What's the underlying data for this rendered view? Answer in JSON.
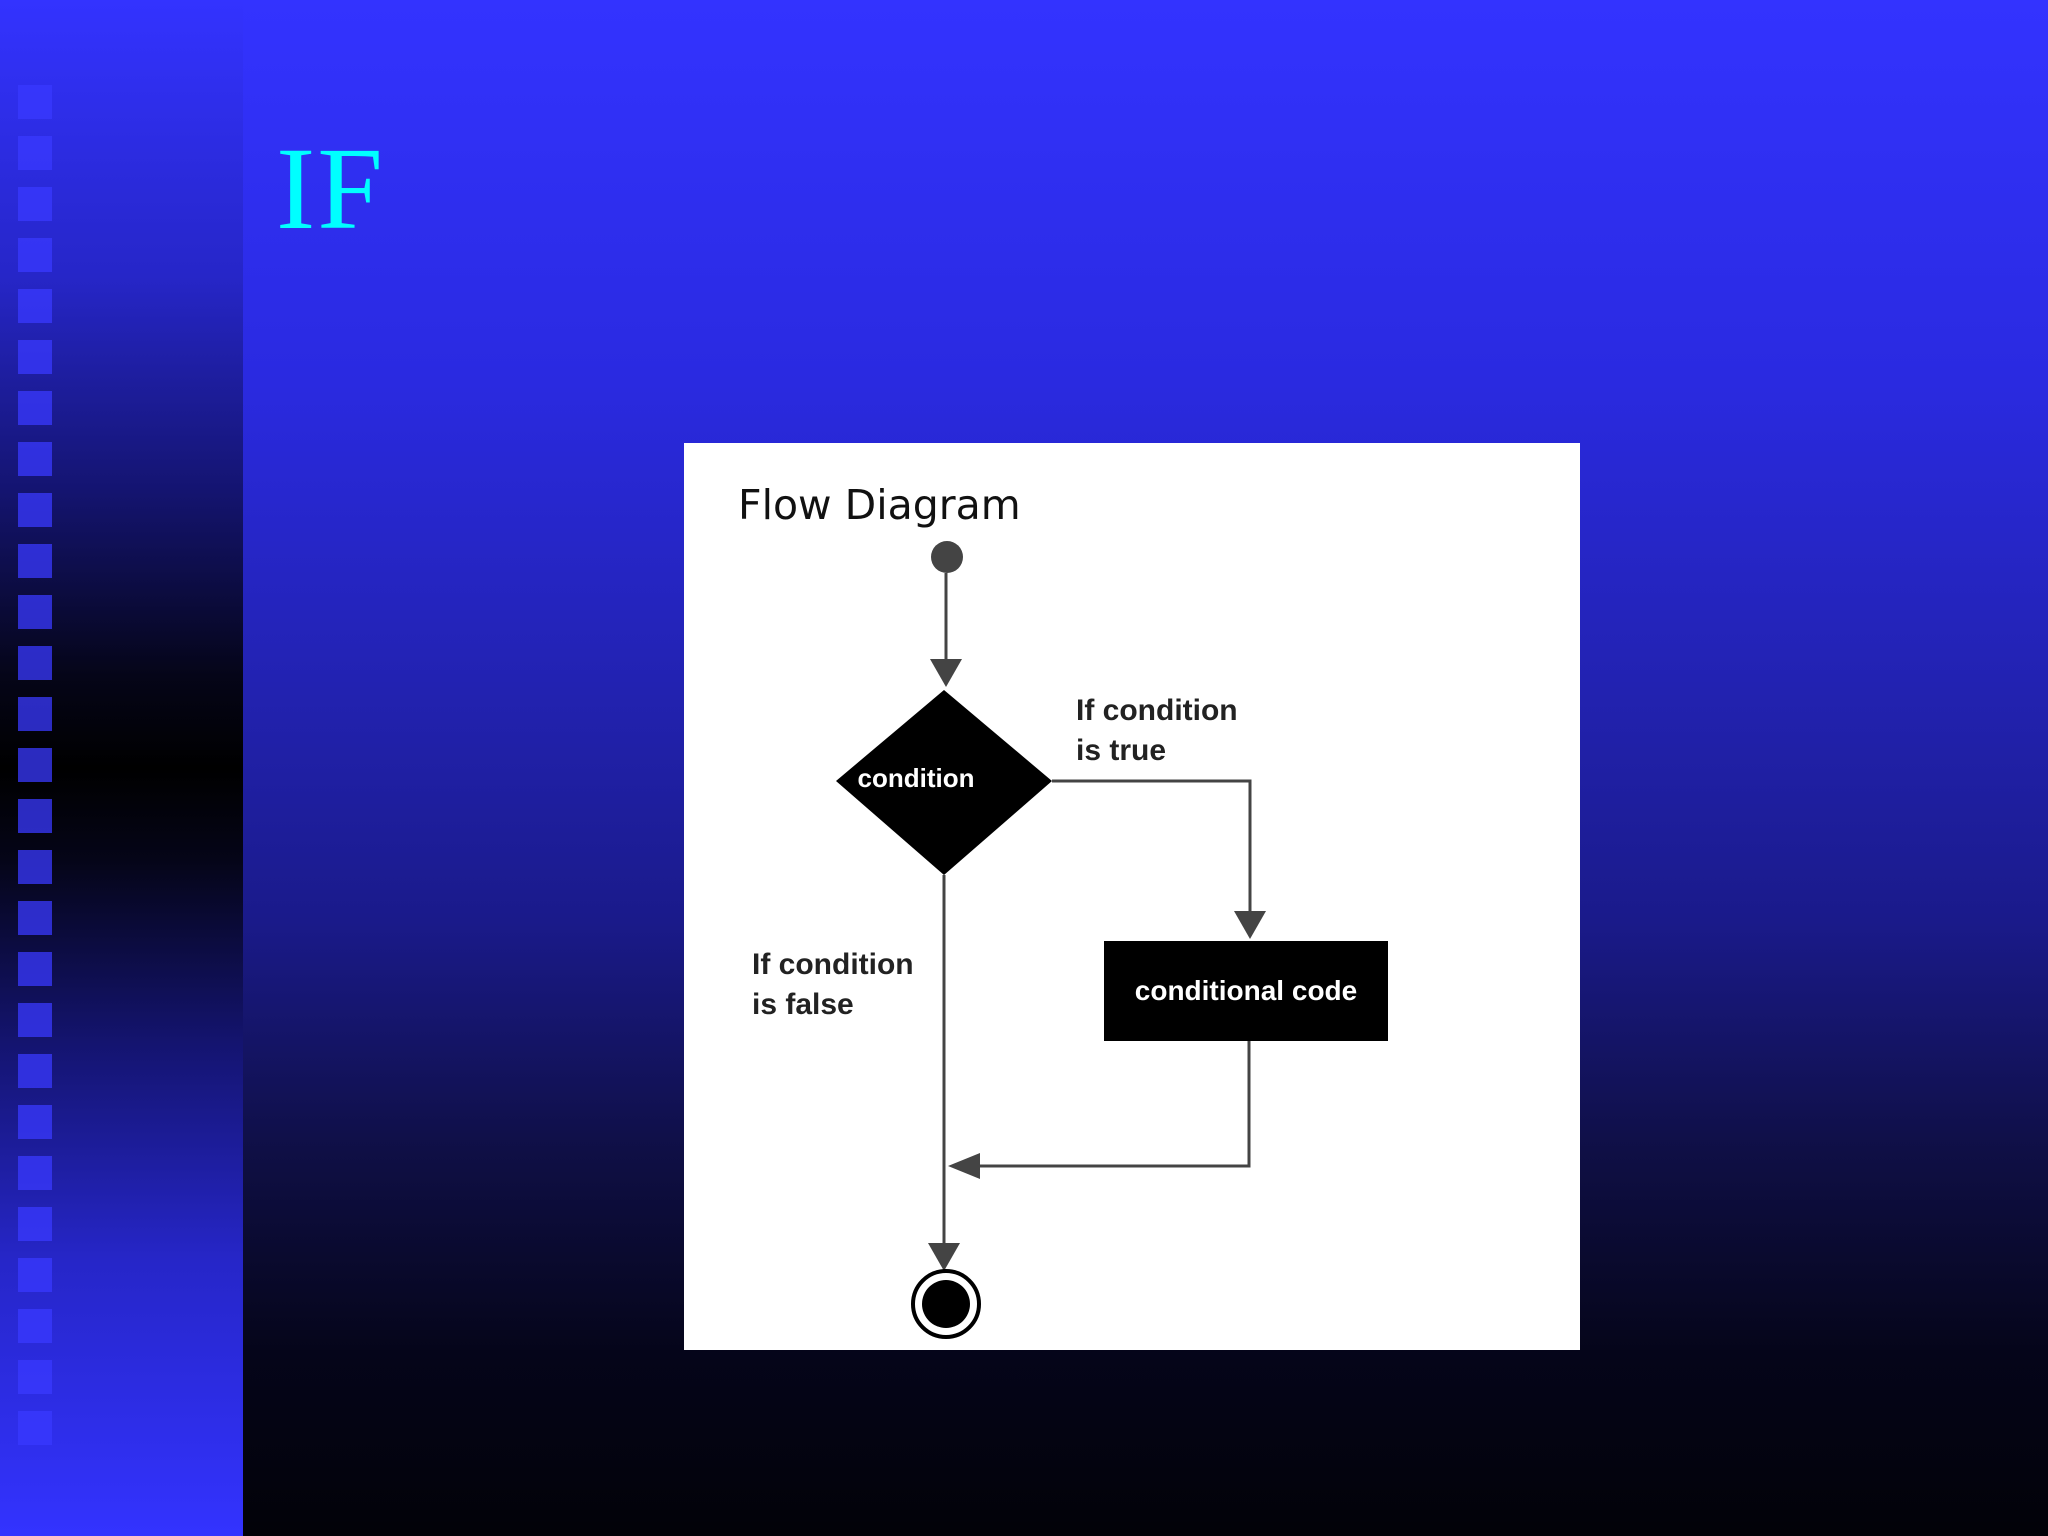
{
  "slide": {
    "title": "IF"
  },
  "diagram": {
    "title": "Flow Diagram",
    "decision_label": "condition",
    "true_branch_line1": "If condition",
    "true_branch_line2": "is true",
    "false_branch_line1": "If condition",
    "false_branch_line2": "is false",
    "process_label": "conditional code",
    "nodes": [
      {
        "id": "start",
        "kind": "initial-node"
      },
      {
        "id": "condition",
        "kind": "decision"
      },
      {
        "id": "conditional-code",
        "kind": "process"
      },
      {
        "id": "end",
        "kind": "final-node"
      }
    ],
    "edges": [
      {
        "from": "start",
        "to": "condition"
      },
      {
        "from": "condition",
        "to": "conditional-code",
        "label": "If condition is true"
      },
      {
        "from": "condition",
        "to": "end",
        "label": "If condition is false"
      },
      {
        "from": "conditional-code",
        "to": "end"
      }
    ]
  },
  "colors": {
    "title": "#00ffff",
    "background_top": "#3333ff",
    "background_bottom": "#020208",
    "shape_fill": "#000000",
    "connector": "#444444"
  }
}
